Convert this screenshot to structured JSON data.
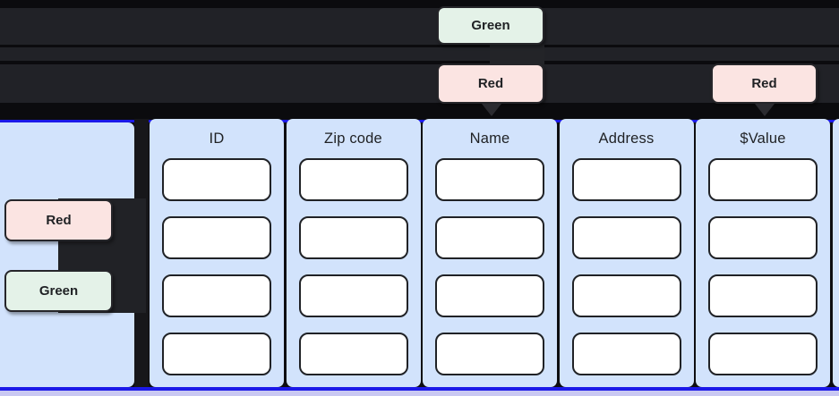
{
  "top_annotations": {
    "green_badge": "Green",
    "red_badge_1": "Red",
    "red_badge_2": "Red"
  },
  "side_annotations": {
    "red_badge": "Red",
    "green_badge": "Green"
  },
  "table": {
    "columns": [
      {
        "label": "ID"
      },
      {
        "label": "Zip code"
      },
      {
        "label": "Name"
      },
      {
        "label": "Address"
      },
      {
        "label": "$Value"
      }
    ],
    "rows_per_column": 4,
    "has_partial_column_right": true
  },
  "colors": {
    "background": "#0b0b0e",
    "strip_gray": "#212227",
    "accent_blue": "#1c19e8",
    "column_blue": "#d2e3fc",
    "lavender": "#c9c8f2",
    "badge_green": "#e4f2e8",
    "badge_red": "#fbe4e2"
  }
}
